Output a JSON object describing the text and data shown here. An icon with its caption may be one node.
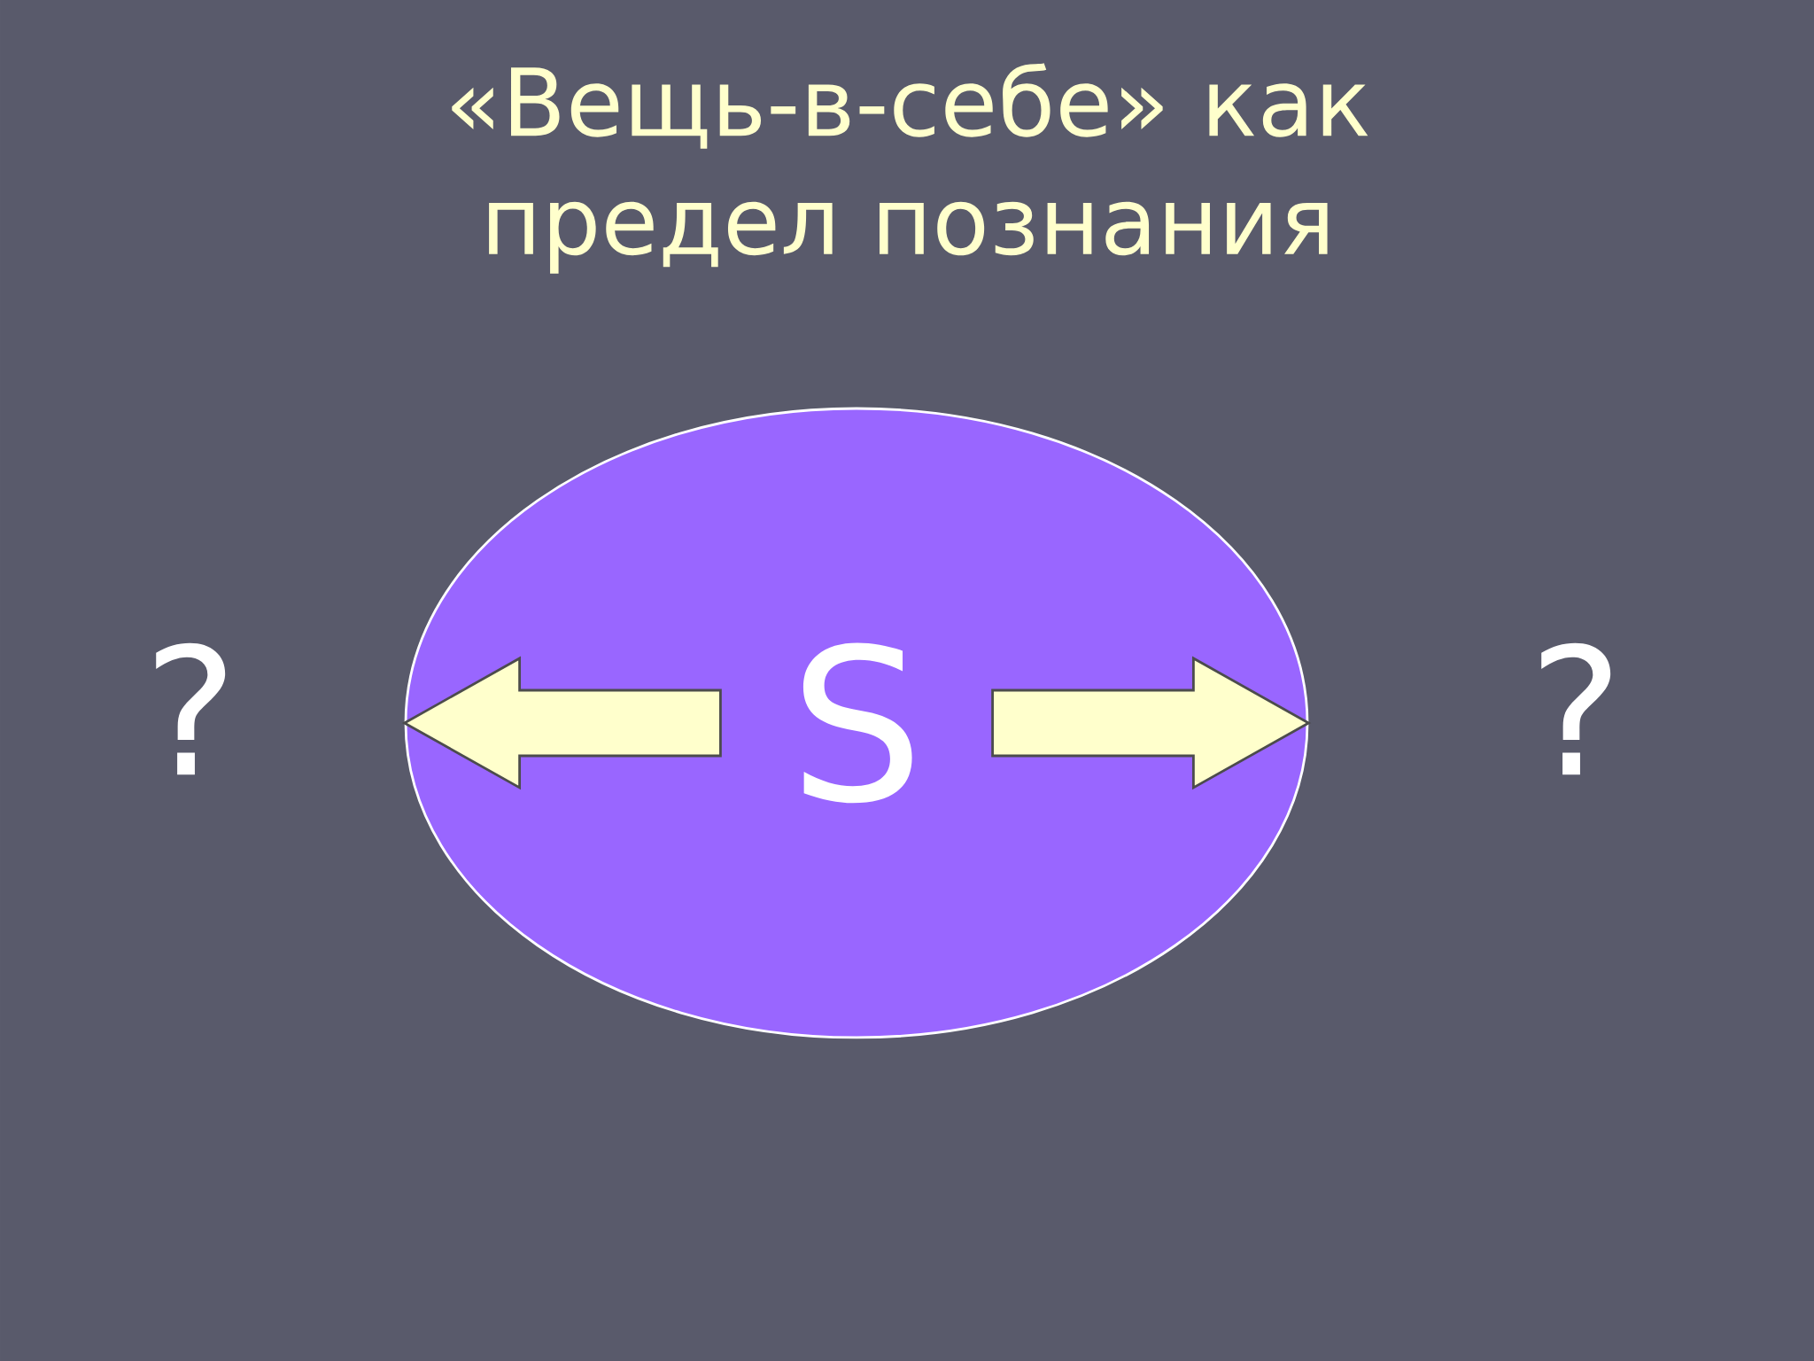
{
  "diagram": {
    "title": "«Вещь-в-себе» как предел познания",
    "nodes": [
      {
        "text": [],
        "shape": "ellipse"
      },
      {
        "text": [
          "S"
        ],
        "in": 0
      },
      {
        "text": [
          "?"
        ]
      },
      {
        "text": [
          "?"
        ]
      }
    ],
    "edges": [
      {
        "from": 1,
        "to": 0,
        "arrow": "to"
      },
      {
        "from": 1,
        "to": 0,
        "arrow": "to"
      }
    ]
  }
}
